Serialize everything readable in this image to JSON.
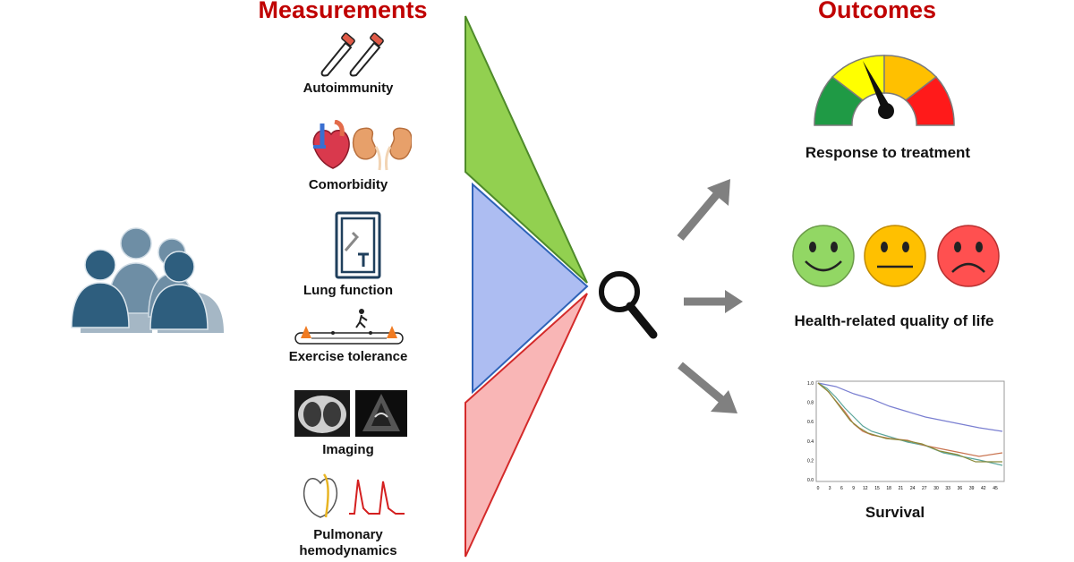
{
  "headings": {
    "measurements": "Measurements",
    "outcomes": "Outcomes"
  },
  "measurements": [
    {
      "label": "Autoimmunity",
      "icon": "test-tubes-icon"
    },
    {
      "label": "Comorbidity",
      "icon": "heart-kidneys-icon"
    },
    {
      "label": "Lung function",
      "icon": "body-plethysmograph-icon"
    },
    {
      "label": "Exercise tolerance",
      "icon": "walk-test-icon"
    },
    {
      "label": "Imaging",
      "icon": "ct-echo-images-icon"
    },
    {
      "label": "Pulmonary hemodynamics",
      "line1": "Pulmonary",
      "line2": "hemodynamics",
      "icon": "heart-pressure-wave-icon"
    }
  ],
  "outcomes": [
    {
      "label": "Response to treatment",
      "icon": "gauge-icon"
    },
    {
      "label": "Health-related quality of life",
      "icon": "smiley-faces-icon"
    },
    {
      "label": "Survival",
      "icon": "survival-curve-icon"
    }
  ],
  "colors": {
    "heading": "#c00000",
    "people": "#2e5e7e",
    "triangle_green": "#92d050",
    "triangle_blue": "#adbdf2",
    "triangle_red": "#f9b6b6",
    "arrow": "#808080",
    "face_green": "#92d764",
    "face_yellow": "#ffc000",
    "face_red": "#ff5050"
  },
  "survival_chart": {
    "y_ticks": [
      "0.0",
      "0.2",
      "0.4",
      "0.6",
      "0.8",
      "1.0"
    ],
    "x_ticks": [
      "0",
      "3",
      "6",
      "9",
      "12",
      "15",
      "18",
      "21",
      "24",
      "27",
      "30",
      "33",
      "36",
      "39",
      "42",
      "45"
    ]
  }
}
